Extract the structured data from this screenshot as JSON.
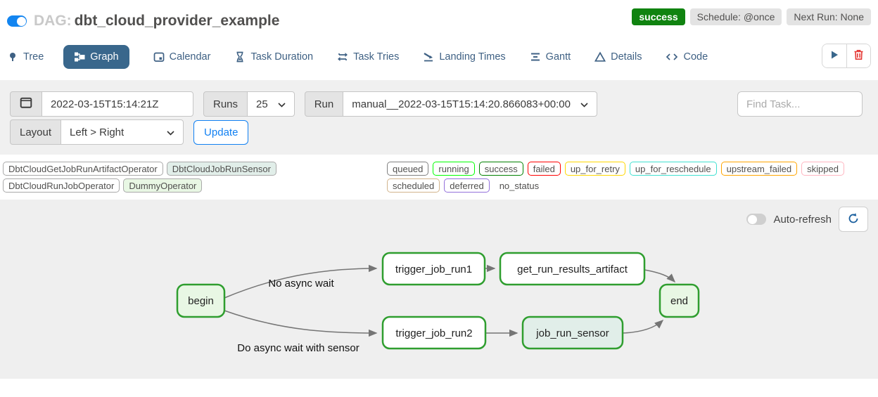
{
  "header": {
    "dag_prefix": "DAG:",
    "dag_name": "dbt_cloud_provider_example",
    "status_badge": "success",
    "schedule_badge": "Schedule: @once",
    "next_run_badge": "Next Run: None",
    "pause_toggle_on": true
  },
  "tabs": [
    {
      "label": "Tree",
      "icon": "tree-icon",
      "selected": false
    },
    {
      "label": "Graph",
      "icon": "graph-icon",
      "selected": true
    },
    {
      "label": "Calendar",
      "icon": "calendar-icon",
      "selected": false
    },
    {
      "label": "Task Duration",
      "icon": "hourglass-icon",
      "selected": false
    },
    {
      "label": "Task Tries",
      "icon": "retry-arrows-icon",
      "selected": false
    },
    {
      "label": "Landing Times",
      "icon": "landing-plane-icon",
      "selected": false
    },
    {
      "label": "Gantt",
      "icon": "gantt-bars-icon",
      "selected": false
    },
    {
      "label": "Details",
      "icon": "triangle-icon",
      "selected": false
    },
    {
      "label": "Code",
      "icon": "code-brackets-icon",
      "selected": false
    }
  ],
  "filters": {
    "date_value": "2022-03-15T15:14:21Z",
    "runs_label": "Runs",
    "runs_value": "25",
    "run_label": "Run",
    "run_value": "manual__2022-03-15T15:14:20.866083+00:00",
    "find_task_placeholder": "Find Task...",
    "layout_label": "Layout",
    "layout_value": "Left > Right",
    "update_label": "Update"
  },
  "legend": {
    "operators": [
      {
        "label": "DbtCloudGetJobRunArtifactOperator",
        "fill": "#ffffff"
      },
      {
        "label": "DbtCloudJobRunSensor",
        "fill": "#e1eee9"
      },
      {
        "label": "DbtCloudRunJobOperator",
        "fill": "#ffffff"
      },
      {
        "label": "DummyOperator",
        "fill": "#e8f7e4"
      }
    ],
    "statuses": [
      {
        "label": "queued",
        "border": "#808080"
      },
      {
        "label": "running",
        "border": "#00ff00"
      },
      {
        "label": "success",
        "border": "#008000"
      },
      {
        "label": "failed",
        "border": "#ff0000"
      },
      {
        "label": "up_for_retry",
        "border": "#ffd700"
      },
      {
        "label": "up_for_reschedule",
        "border": "#40e0d0"
      },
      {
        "label": "upstream_failed",
        "border": "#ffa500"
      },
      {
        "label": "skipped",
        "border": "#ffb6c1"
      },
      {
        "label": "scheduled",
        "border": "#d2b48c"
      },
      {
        "label": "deferred",
        "border": "#9370db"
      },
      {
        "label": "no_status",
        "border": "transparent"
      }
    ]
  },
  "graph": {
    "auto_refresh_label": "Auto-refresh",
    "auto_refresh_on": false,
    "edge_labels": {
      "top": "No async wait",
      "bottom": "Do async wait with sensor"
    },
    "nodes": {
      "begin": {
        "label": "begin",
        "fill": "#e8f7e4"
      },
      "trigger_job_run1": {
        "label": "trigger_job_run1",
        "fill": "#ffffff"
      },
      "get_run_results_artifact": {
        "label": "get_run_results_artifact",
        "fill": "#ffffff"
      },
      "end": {
        "label": "end",
        "fill": "#e8f7e4"
      },
      "trigger_job_run2": {
        "label": "trigger_job_run2",
        "fill": "#ffffff"
      },
      "job_run_sensor": {
        "label": "job_run_sensor",
        "fill": "#e1eee9"
      }
    }
  },
  "colors": {
    "accent_blue": "#1180f2",
    "toggle_blue": "#1385f0",
    "tab_selected_bg": "#39678c",
    "success_badge_green": "#108310",
    "node_border_green": "#2f9e2f",
    "edge_gray": "#757575"
  }
}
